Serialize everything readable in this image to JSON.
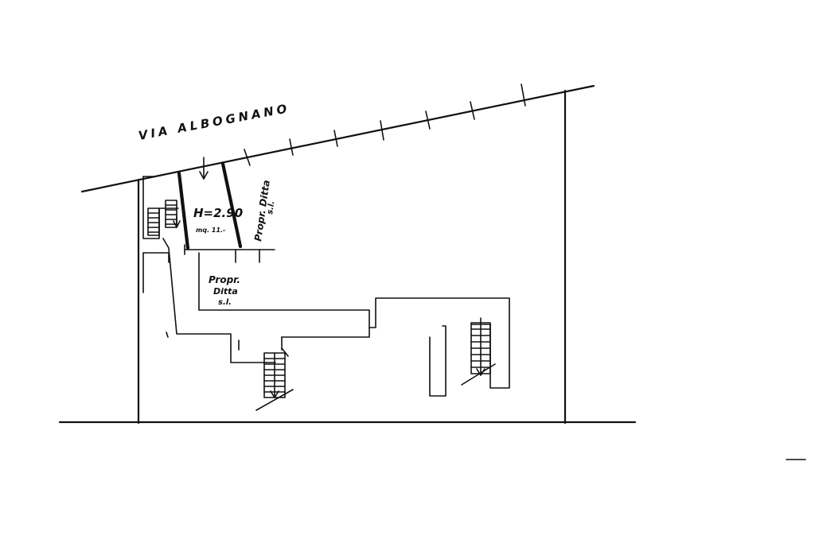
{
  "plan": {
    "street_label": "VIA ALBOGNANO",
    "room": {
      "height_label": "H=2.90",
      "area_label": "mq. 11.-"
    },
    "neighbor_top": {
      "line1": "Propr. Ditta",
      "line2": "s.l."
    },
    "neighbor_mid": {
      "line1": "Propr.",
      "line2": "Ditta",
      "line3": "s.l."
    }
  },
  "colors": {
    "ink": "#111111",
    "paper": "#ffffff"
  }
}
